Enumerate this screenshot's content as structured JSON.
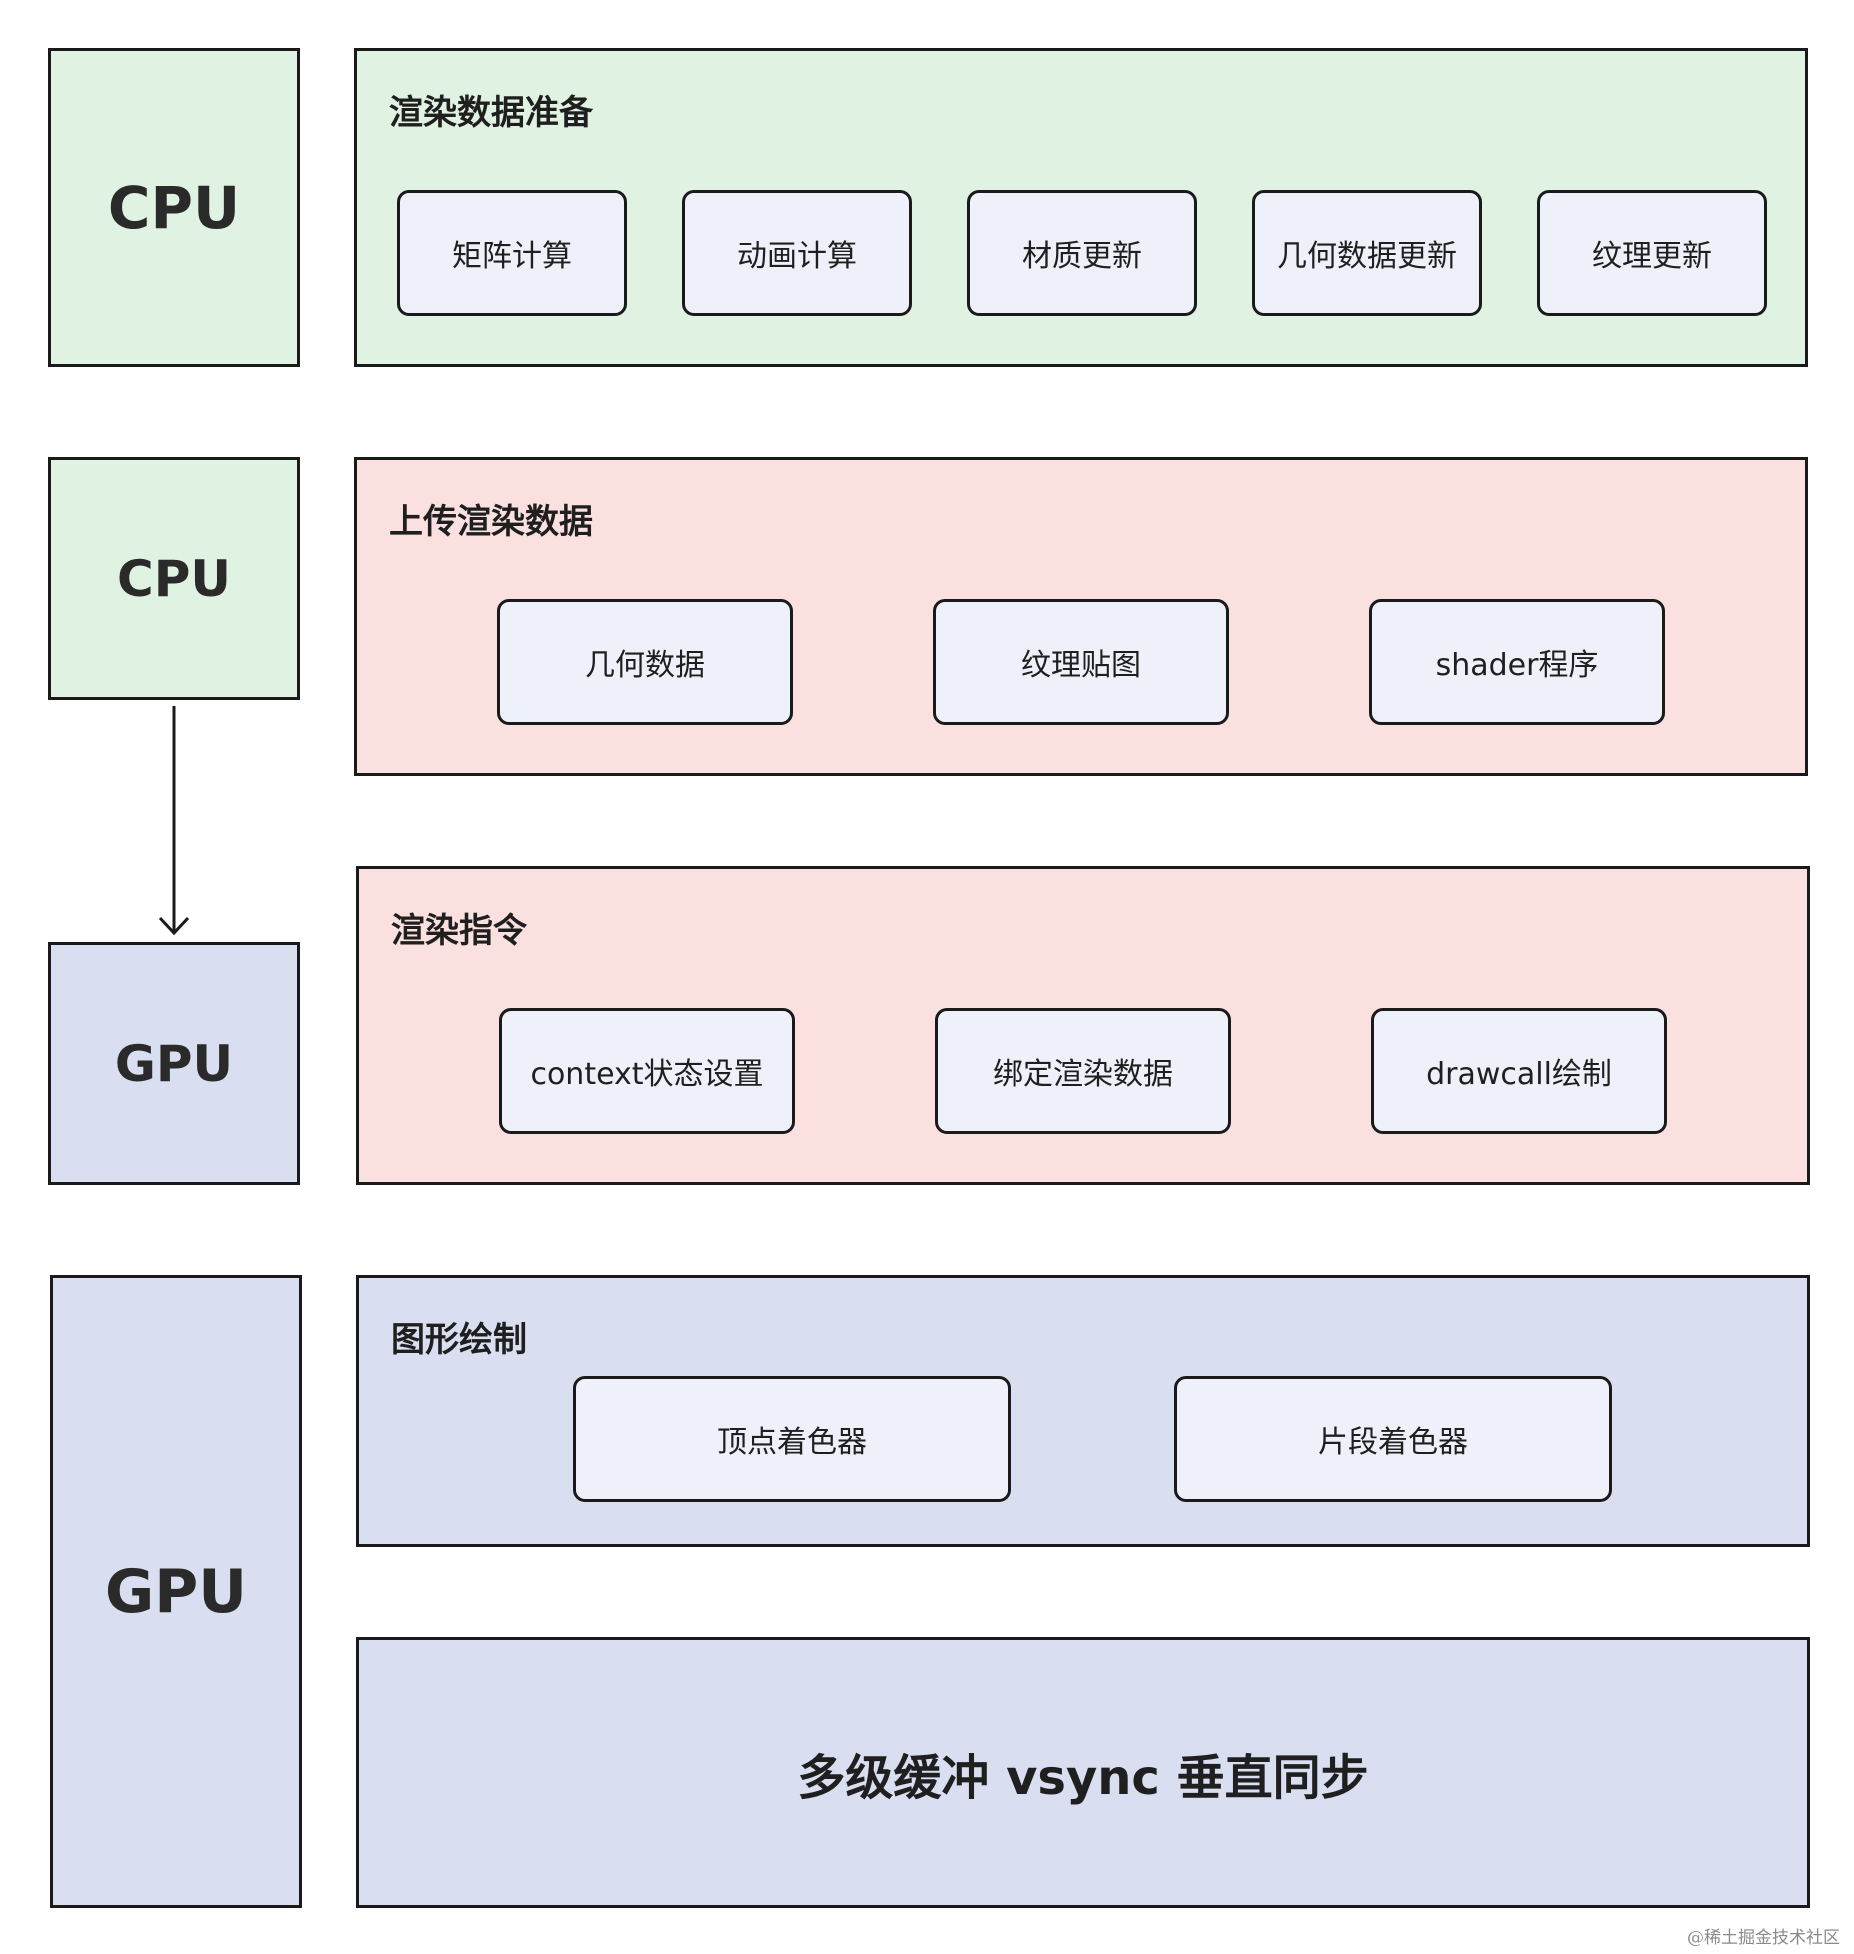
{
  "rows": {
    "row1": {
      "unit": "CPU",
      "title": "渲染数据准备",
      "items": [
        "矩阵计算",
        "动画计算",
        "材质更新",
        "几何数据更新",
        "纹理更新"
      ]
    },
    "row2": {
      "unit": "CPU",
      "title": "上传渲染数据",
      "items": [
        "几何数据",
        "纹理贴图",
        "shader程序"
      ]
    },
    "row3": {
      "unit": "GPU",
      "title": "渲染指令",
      "items": [
        "context状态设置",
        "绑定渲染数据",
        "drawcall绘制"
      ]
    },
    "row4": {
      "unit": "GPU",
      "title": "图形绘制",
      "items": [
        "顶点着色器",
        "片段着色器"
      ],
      "sync_label": "多级缓冲 vsync 垂直同步"
    }
  },
  "credit": "@稀土掘金技术社区",
  "colors": {
    "cpu_fill": "#e0f2e1",
    "gpu_fill": "#d9dff1",
    "stage_pink": "#fbe0e0",
    "item_fill": "#eef1fa",
    "border": "#1a1a1a"
  }
}
